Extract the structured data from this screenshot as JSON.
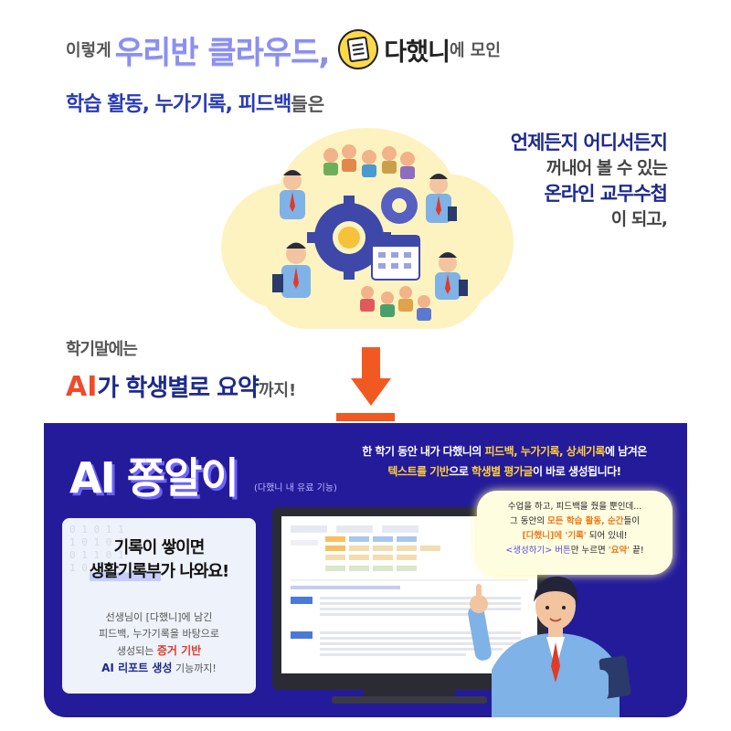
{
  "headline": {
    "prefix": "이렇게",
    "cloud_name": "우리반 클라우드,",
    "app_name": "다했니",
    "suffix": "에 모인",
    "line2": "학습 활동, 누가기록, 피드백",
    "line2_suffix": "들은"
  },
  "side_text": {
    "line1": "언제든지 어디서든지",
    "line2": "꺼내어 볼 수 있는",
    "line3": "온라인 교무수첩",
    "line4": "이 되고,"
  },
  "mid_text": {
    "line1": "학기말에는",
    "ai": "AI",
    "main": "가 학생별로 요약",
    "tail": "까지!"
  },
  "panel": {
    "title": "AI 쫑알이",
    "subtitle": "(다했니 내 유료 기능)",
    "desc1_a": "한 학기 동안 내가 다했니의 ",
    "desc1_b": "피드백, 누가기록, 상세기록",
    "desc1_c": "에 남겨온",
    "desc2_a": "텍스트를 기반",
    "desc2_b": "으로 ",
    "desc2_c": "학생별 평가글",
    "desc2_d": "이 바로 생성됩니다!"
  },
  "card": {
    "title1": "기록이 쌓이면",
    "title2_hl": "생활기록부",
    "title2_tail": "가 나와요!",
    "body1": "선생님이 [다했니]에 남긴",
    "body2": "피드백, 누가기록을 바탕으로",
    "body3": "생성되는 ",
    "body3_red": "증거 기반",
    "body4_blue": "AI 리포트 생성",
    "body4_tail": " 기능까지!"
  },
  "bubble": {
    "l1": "수업을 하고, 피드백을 줬을 뿐인데...",
    "l2_a": "그 동안의 ",
    "l2_b": "모든 학습 활동, 순간",
    "l2_c": "들이",
    "l3_a": "[다했니]에 '기록'",
    "l3_b": " 되어 있네!",
    "l4_a": "<생성하기> 버튼",
    "l4_b": "만 누르면 ",
    "l4_c": "'요약'",
    "l4_d": " 끝!"
  },
  "colors": {
    "panel_bg": "#241b9a",
    "cloud_bg": "#fdf3c0",
    "accent_blue": "#1d2a8c",
    "accent_red": "#f04a2a",
    "arrow": "#f05a22",
    "yellow": "#ffcf3d"
  },
  "icons": [
    "pencil-note-icon",
    "gear-icon",
    "calendar-icon",
    "down-arrow-icon"
  ]
}
